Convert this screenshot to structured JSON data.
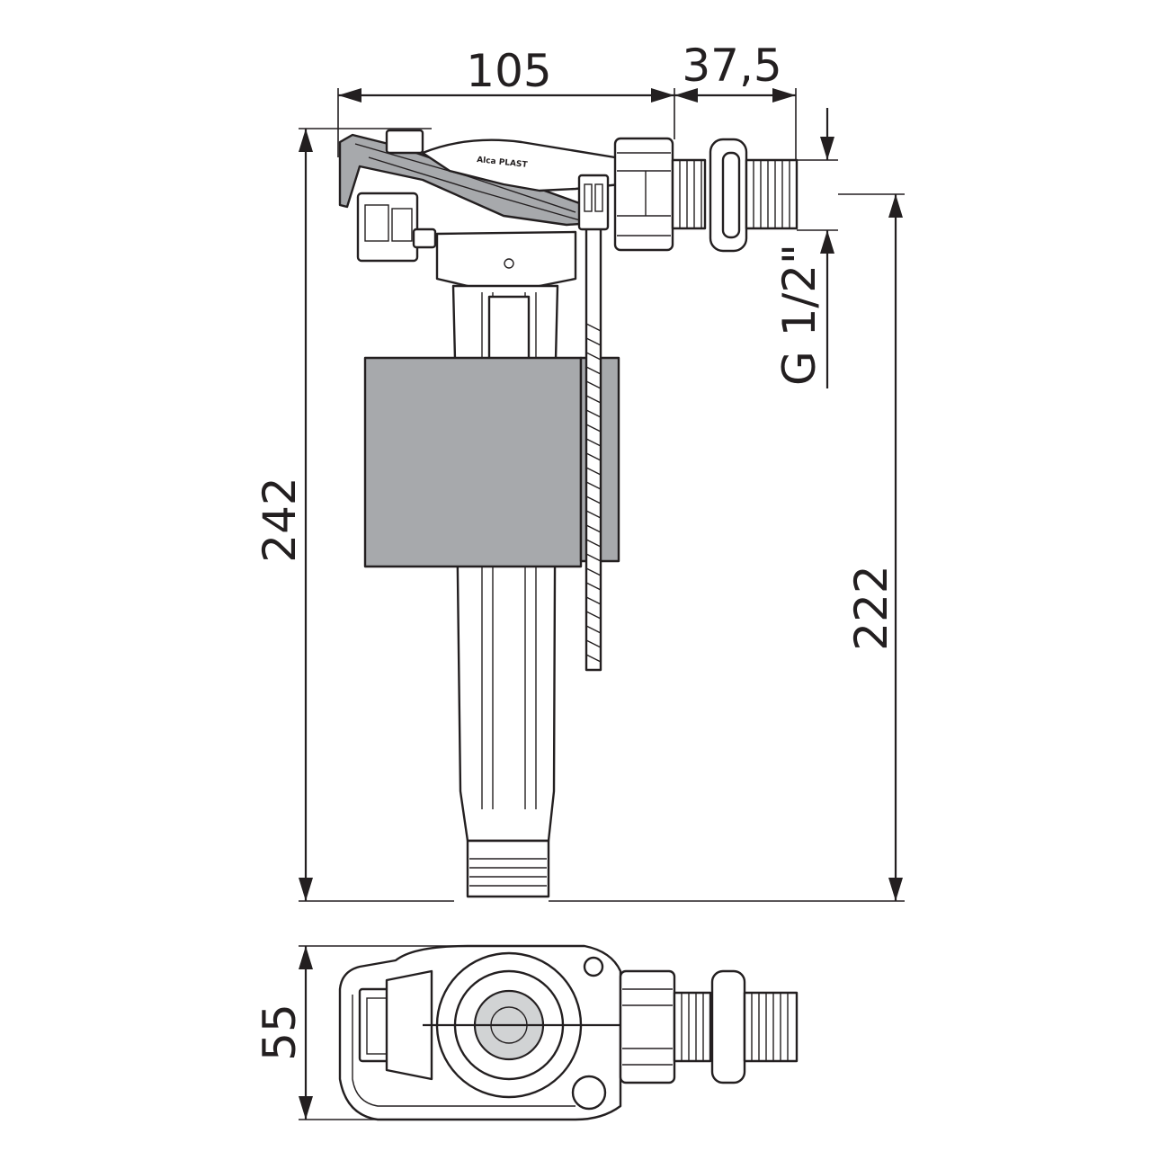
{
  "dimensions": {
    "top_width": "105",
    "inlet_length": "37,5",
    "overall_height": "242",
    "inlet_height": "222",
    "thread_size": "G 1/2\"",
    "body_depth": "55"
  },
  "brand": "Alca PLAST",
  "colors": {
    "line": "#231f20",
    "float": "#a7a9ac",
    "light_part": "#d1d3d4",
    "background": "#ffffff"
  }
}
